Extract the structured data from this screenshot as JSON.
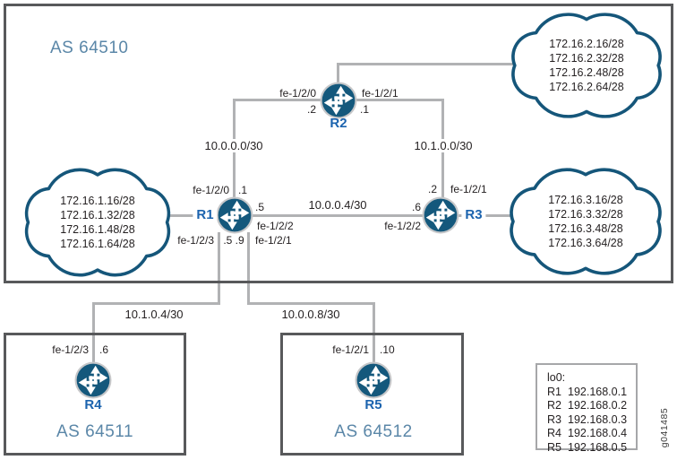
{
  "colors": {
    "router_fill": "#14587c",
    "router_ring": "#c6c7c9",
    "cloud_stroke": "#15567a",
    "router_label_blue": "#1b63ae",
    "as_label_blue": "#5b87a8",
    "line_gray": "#b1b2b4",
    "border_gray": "#58595b"
  },
  "as_boxes": {
    "as64510": "AS 64510",
    "as64511": "AS 64511",
    "as64512": "AS 64512"
  },
  "routers": {
    "r1": "R1",
    "r2": "R2",
    "r3": "R3",
    "r4": "R4",
    "r5": "R5"
  },
  "clouds": {
    "left": [
      "172.16.1.16/28",
      "172.16.1.32/28",
      "172.16.1.48/28",
      "172.16.1.64/28"
    ],
    "top_right": [
      "172.16.2.16/28",
      "172.16.2.32/28",
      "172.16.2.48/28",
      "172.16.2.64/28"
    ],
    "right": [
      "172.16.3.16/28",
      "172.16.3.32/28",
      "172.16.3.48/28",
      "172.16.3.64/28"
    ]
  },
  "subnets": {
    "r1_r2": "10.0.0.0/30",
    "r2_r3": "10.1.0.0/30",
    "r1_r3": "10.0.0.4/30",
    "r1_r4": "10.1.0.4/30",
    "r1_r5": "10.0.0.8/30"
  },
  "interfaces": {
    "r2_left_if": "fe-1/2/0",
    "r2_left_addr": ".2",
    "r2_right_if": "fe-1/2/1",
    "r2_right_addr": ".1",
    "r1_up_if": "fe-1/2/0",
    "r1_up_addr": ".1",
    "r1_right_addr": ".5",
    "r1_right_if": "fe-1/2/2",
    "r1_down_if_left": "fe-1/2/3",
    "r1_down_addrs": ".5 .9",
    "r1_down_if_right": "fe-1/2/1",
    "r3_up_addr": ".2",
    "r3_up_if": "fe-1/2/1",
    "r3_left_addr": ".6",
    "r3_left_if": "fe-1/2/2",
    "r4_if": "fe-1/2/3",
    "r4_addr": ".6",
    "r5_if": "fe-1/2/1",
    "r5_addr": ".10"
  },
  "loopbacks": {
    "title": "lo0:",
    "rows": [
      {
        "router": "R1",
        "ip": "192.168.0.1"
      },
      {
        "router": "R2",
        "ip": "192.168.0.2"
      },
      {
        "router": "R3",
        "ip": "192.168.0.3"
      },
      {
        "router": "R4",
        "ip": "192.168.0.4"
      },
      {
        "router": "R5",
        "ip": "192.168.0.5"
      }
    ]
  },
  "figure_id": "g041485"
}
